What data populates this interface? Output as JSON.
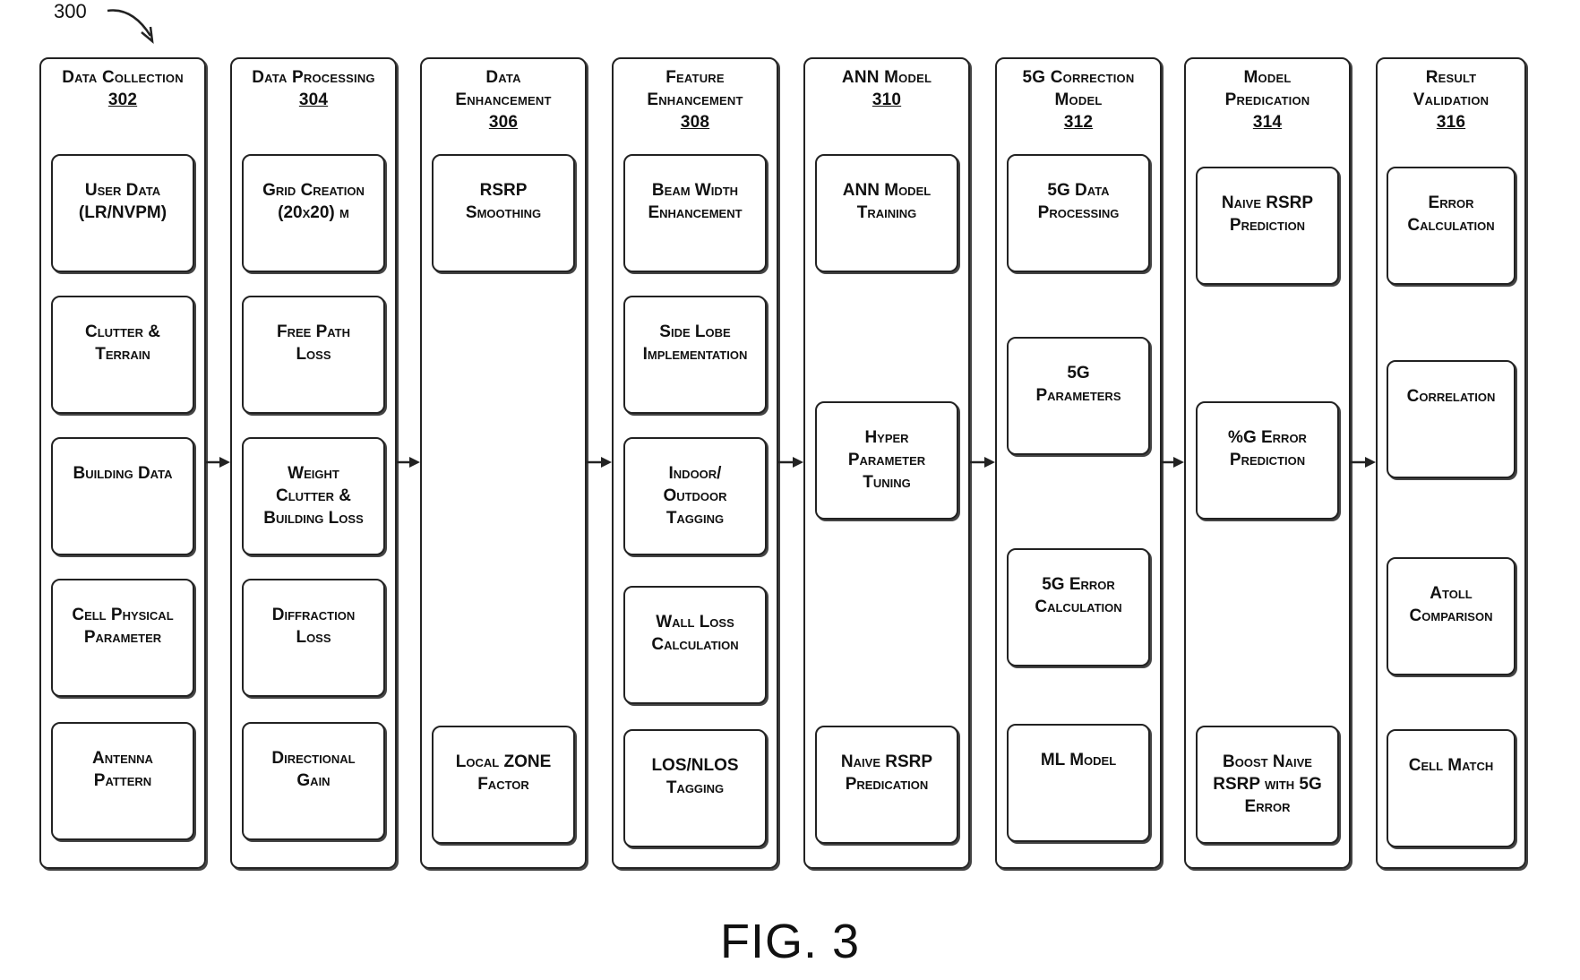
{
  "figure": {
    "reference": "300",
    "caption": "FIG. 3"
  },
  "columns": [
    {
      "title": "Data Collection",
      "number": "302",
      "steps": [
        "User Data\n(LR/NVPM)",
        "Clutter &\nTerrain",
        "Building Data",
        "Cell Physical\nParameter",
        "Antenna\nPattern"
      ]
    },
    {
      "title": "Data Processing",
      "number": "304",
      "steps": [
        "Grid Creation\n(20x20) m",
        "Free Path\nLoss",
        "Weight\nClutter &\nBuilding Loss",
        "Diffraction\nLoss",
        "Directional\nGain"
      ]
    },
    {
      "title": "Data\nEnhancement",
      "number": "306",
      "steps": [
        "RSRP\nSmoothing",
        "Local ZONE\nFactor"
      ]
    },
    {
      "title": "Feature\nEnhancement",
      "number": "308",
      "steps": [
        "Beam Width\nEnhancement",
        "Side Lobe\nImplementation",
        "Indoor/\nOutdoor\nTagging",
        "Wall Loss\nCalculation",
        "LOS/NLOS\nTagging"
      ]
    },
    {
      "title": "ANN Model",
      "number": "310",
      "steps": [
        "ANN Model\nTraining",
        "Hyper\nParameter\nTuning",
        "Naive RSRP\nPredication"
      ]
    },
    {
      "title": "5G Correction\nModel",
      "number": "312",
      "steps": [
        "5G Data\nProcessing",
        "5G\nParameters",
        "5G Error\nCalculation",
        "ML Model"
      ]
    },
    {
      "title": "Model\nPredication",
      "number": "314",
      "steps": [
        "Naive RSRP\nPrediction",
        "%G Error\nPrediction",
        "Boost Naive\nRSRP with 5G\nError"
      ]
    },
    {
      "title": "Result\nValidation",
      "number": "316",
      "steps": [
        "Error\nCalculation",
        "Correlation",
        "Atoll\nComparison",
        "Cell Match"
      ]
    }
  ]
}
